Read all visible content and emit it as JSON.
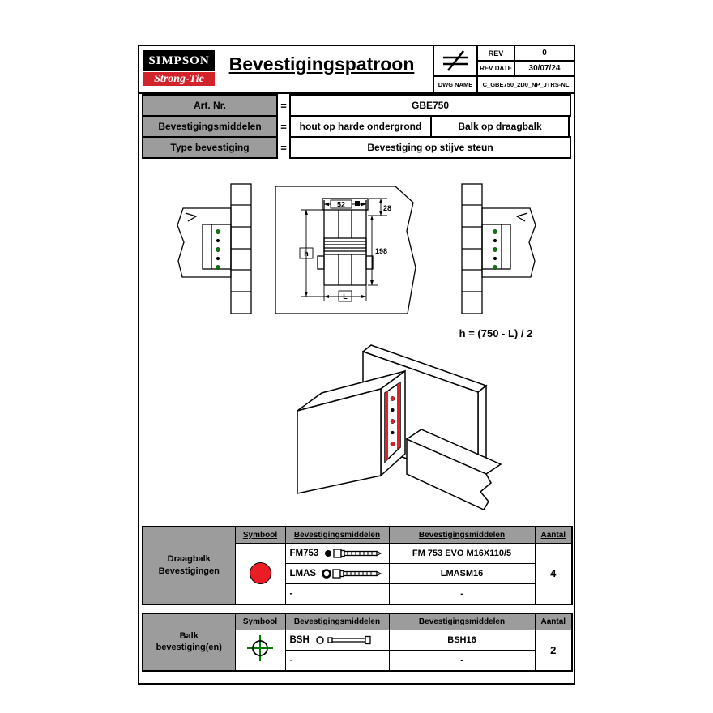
{
  "header": {
    "logo": {
      "top": "SIMPSON",
      "bottom": "Strong-Tie"
    },
    "title": "Bevestigingspatroon",
    "rev": {
      "label": "REV",
      "value": "0"
    },
    "rev_date": {
      "label": "REV DATE",
      "value": "30/07/24"
    },
    "dwg": {
      "label": "DWG NAME",
      "value": "C_GBE750_2D0_NP_JTRS-NL"
    }
  },
  "info_table": {
    "rows": [
      {
        "label": "Art. Nr.",
        "eq": "=",
        "value1": "GBE750"
      },
      {
        "label": "Bevestigingsmiddelen",
        "eq": "=",
        "value1": "hout op harde ondergrond",
        "value2": "Balk op draagbalk"
      },
      {
        "label": "Type bevestiging",
        "eq": "=",
        "value1": "Bevestiging op stijve steun"
      }
    ]
  },
  "drawing": {
    "dims": {
      "top_width": "52",
      "offset_top": "28",
      "mid_height": "198",
      "height_var": "h",
      "length_var": "L"
    },
    "formula": "h = (750 - L) / 2"
  },
  "fastener_tables": [
    {
      "group": [
        "Draagbalk",
        "Bevestigingen"
      ],
      "headers": {
        "symbol": "Symbool",
        "fastener1": "Bevestigingsmiddelen",
        "fastener2": "Bevestigingsmiddelen",
        "qty": "Aantal"
      },
      "symbol": "red-circle",
      "rows": [
        {
          "code": "FM753",
          "product": "FM 753 EVO M16X110/5"
        },
        {
          "code": "LMAS",
          "product": "LMASM16"
        },
        {
          "code": "-",
          "product": "-"
        }
      ],
      "qty": "4"
    },
    {
      "group": [
        "Balk",
        "bevestiging(en)"
      ],
      "headers": {
        "symbol": "Symbool",
        "fastener1": "Bevestigingsmiddelen",
        "fastener2": "Bevestigingsmiddelen",
        "qty": "Aantal"
      },
      "symbol": "green-crosshair",
      "rows": [
        {
          "code": "BSH",
          "product": "BSH16"
        },
        {
          "code": "-",
          "product": "-"
        }
      ],
      "qty": "2"
    }
  ],
  "icons": {
    "projection": "not-equal-projection-icon",
    "fm753": "washer-bolt-icon",
    "lmas": "ring-bolt-icon",
    "bsh": "washer-rod-icon",
    "draagbalk_symbol": "red-circle-symbol",
    "balk_symbol": "green-crosshair-symbol"
  },
  "colors": {
    "cell_gray": "#9c9c9c",
    "logo_red": "#d2232a",
    "symbol_red": "#ec1c24",
    "dot_green": "#0a7a0a",
    "crosshair_green": "#007a00"
  }
}
